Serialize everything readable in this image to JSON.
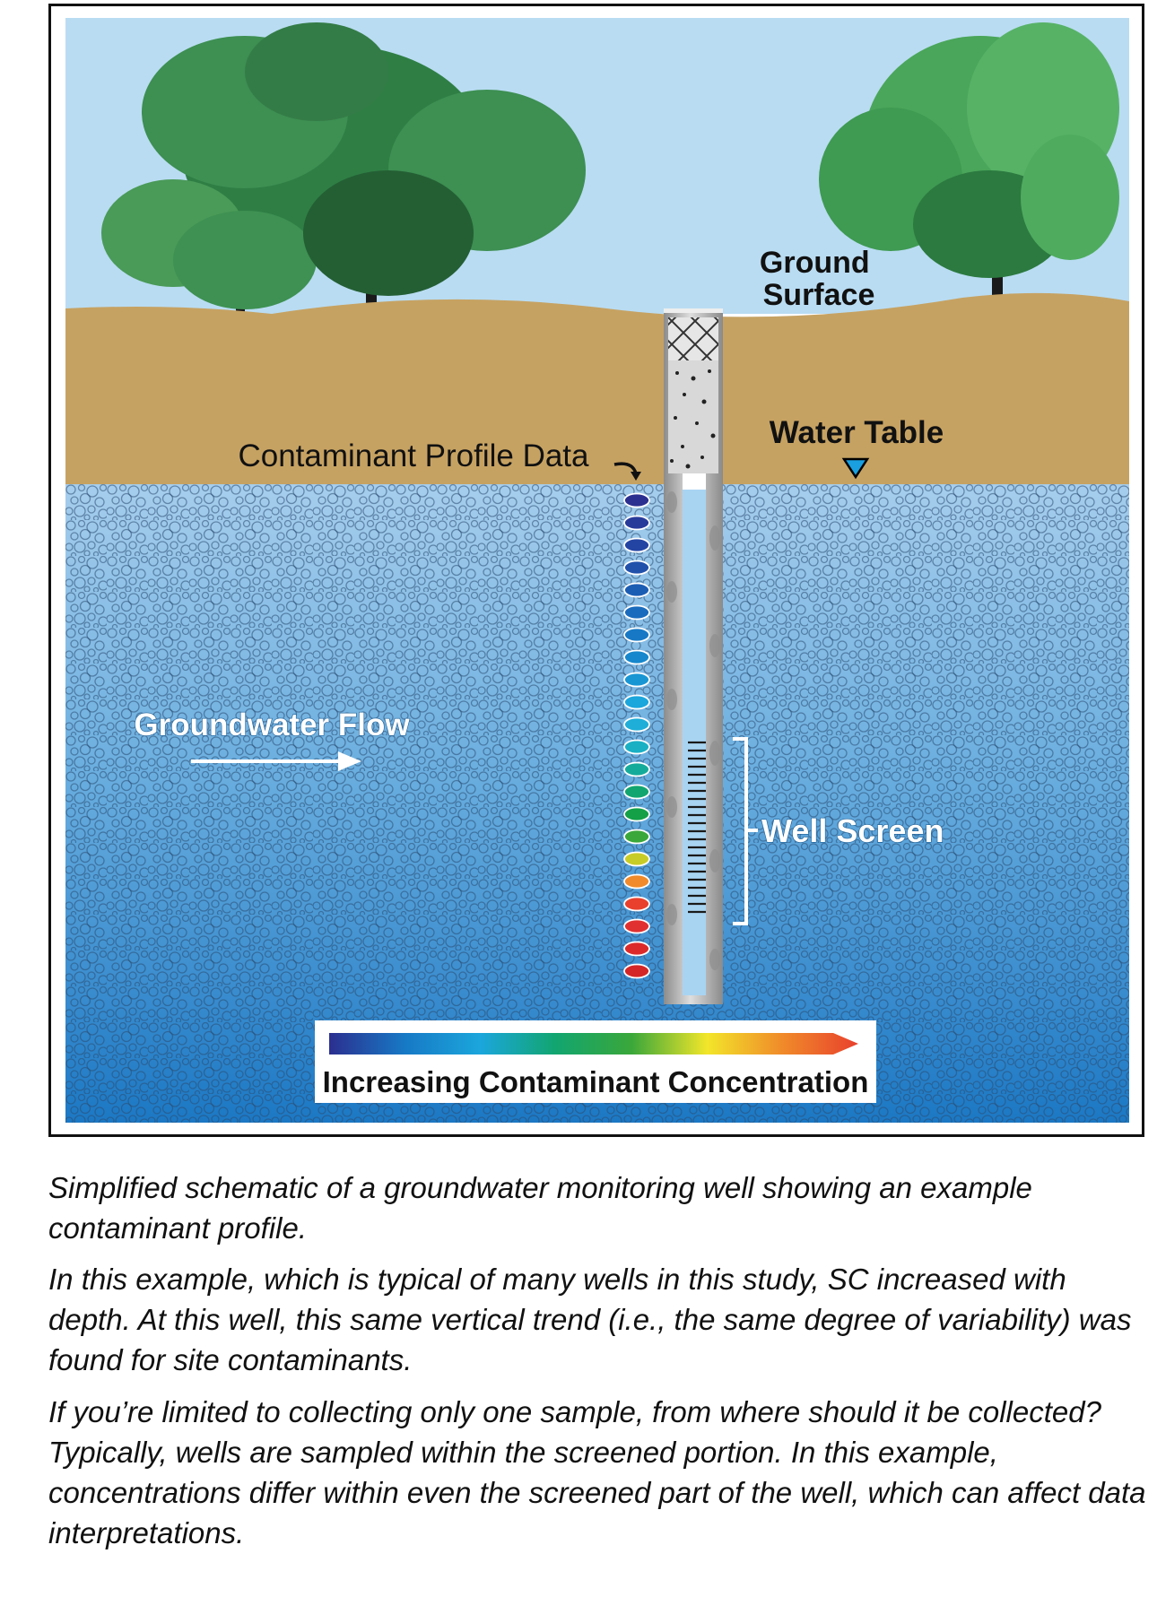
{
  "diagram": {
    "labels": {
      "ground_surface": "Ground Surface",
      "water_table": "Water Table",
      "contaminant_profile": "Contaminant Profile Data",
      "groundwater_flow": "Groundwater Flow",
      "well_screen": "Well Screen",
      "legend": "Increasing Contaminant Concentration"
    },
    "profile_dot_colors": [
      "#2b2f8f",
      "#283a9a",
      "#2444a3",
      "#2150ab",
      "#1c5db4",
      "#1a6bbd",
      "#1779c5",
      "#1687cc",
      "#1896d4",
      "#1ba6dc",
      "#1eaed8",
      "#1ab0c4",
      "#15ab9b",
      "#12a56f",
      "#13a047",
      "#3aa73a",
      "#c8cc27",
      "#f08a2a",
      "#e8402d",
      "#e03030",
      "#dc2a2a",
      "#d42626"
    ],
    "legend_gradient": [
      "#2b2f8f",
      "#1779c5",
      "#1ba6dc",
      "#12a56f",
      "#3aa73a",
      "#f2e62a",
      "#f08a2a",
      "#e8402d"
    ],
    "colors": {
      "sky": "#b9dcf2",
      "ground": "#c6a262",
      "aquifer_top": "#9ec8ea",
      "aquifer_bottom": "#1f7dc8",
      "well_casing": "#c9c9c9",
      "well_water": "#a8d4f2"
    }
  },
  "captions": {
    "p1": "Simplified schematic of a groundwater monitoring well showing an example contaminant profile.",
    "p2": "In this example, which is typical of many wells in this study, SC increased with depth. At this well, this same vertical trend (i.e., the same degree of variability) was found for site contaminants.",
    "p3": "If you’re limited to collecting only one sample, from where should it be collected? Typically, wells are sampled within the screened portion. In this example, concentrations differ within even the screened part of the well, which can affect data interpretations."
  }
}
